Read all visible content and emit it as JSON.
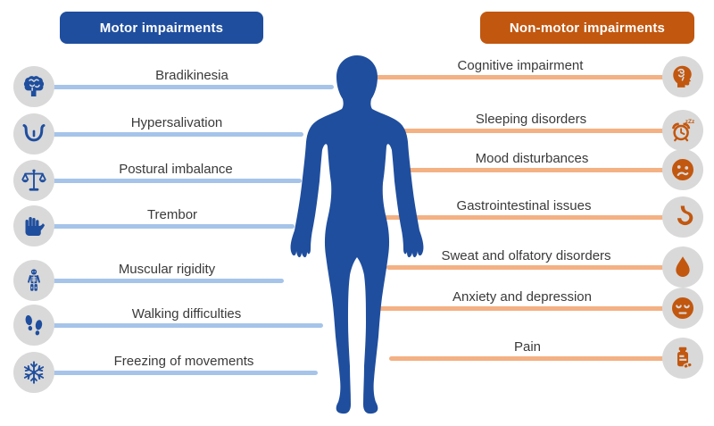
{
  "title": "Motor vs non-motor impairments diagram",
  "colors": {
    "motor_accent": "#1F4E9E",
    "non_motor_accent": "#C2570F",
    "motor_line": "#A6C4E9",
    "non_motor_line": "#F4B183",
    "icon_circle": "#D9D9D9",
    "label_text": "#3A3A3A"
  },
  "left": {
    "header": "Motor impairments",
    "items": [
      {
        "label": "Bradikinesia",
        "icon": "brain-icon"
      },
      {
        "label": "Hypersalivation",
        "icon": "tongue-icon"
      },
      {
        "label": "Postural imbalance",
        "icon": "scales-icon"
      },
      {
        "label": "Trembor",
        "icon": "hand-icon"
      },
      {
        "label": "Muscular rigidity",
        "icon": "skeleton-icon"
      },
      {
        "label": "Walking difficulties",
        "icon": "footprints-icon"
      },
      {
        "label": "Freezing of movements",
        "icon": "snowflake-icon"
      }
    ]
  },
  "right": {
    "header": "Non-motor impairments",
    "items": [
      {
        "label": "Cognitive impairment",
        "icon": "head-scribble-icon"
      },
      {
        "label": "Sleeping disorders",
        "icon": "alarm-clock-icon"
      },
      {
        "label": "Mood disturbances",
        "icon": "sad-face-icon"
      },
      {
        "label": "Gastrointestinal issues",
        "icon": "stomach-icon"
      },
      {
        "label": "Sweat and olfatory disorders",
        "icon": "water-drop-icon"
      },
      {
        "label": "Anxiety and depression",
        "icon": "tired-face-icon"
      },
      {
        "label": "Pain",
        "icon": "pills-icon"
      }
    ]
  },
  "figure": {
    "name": "human body silhouette, left half blue (motor), right half orange (non-motor)",
    "left_color": "#1F4E9E",
    "right_color": "#C2570F"
  }
}
